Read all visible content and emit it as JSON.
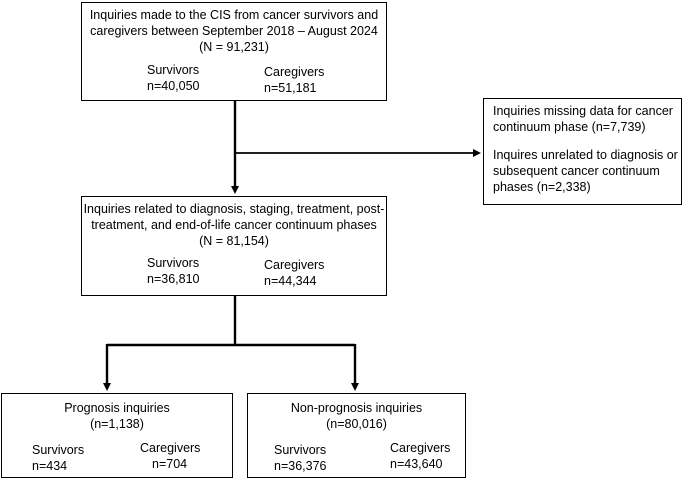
{
  "box_total": {
    "line1": "Inquiries made to the CIS from cancer survivors and",
    "line2": "caregivers between September 2018 – August 2024",
    "line3": "(N = 91,231)",
    "survivors_label": "Survivors",
    "survivors_n": "n=40,050",
    "caregivers_label": "Caregivers",
    "caregivers_n": "n=51,181"
  },
  "box_excluded": {
    "item1_line1": "Inquiries missing data for cancer",
    "item1_line2": "continuum phase (n=7,739)",
    "item2_line1": "Inquires unrelated to diagnosis or",
    "item2_line2": "subsequent cancer continuum",
    "item2_line3": "phases (n=2,338)"
  },
  "box_related": {
    "line1": "Inquiries related to diagnosis, staging, treatment, post-",
    "line2": "treatment, and end-of-life cancer continuum phases",
    "line3": "(N = 81,154)",
    "survivors_label": "Survivors",
    "survivors_n": "n=36,810",
    "caregivers_label": "Caregivers",
    "caregivers_n": "n=44,344"
  },
  "box_prognosis": {
    "line1": "Prognosis inquiries",
    "line2": "(n=1,138)",
    "survivors_label": "Survivors",
    "survivors_n": "n=434",
    "caregivers_label": "Caregivers",
    "caregivers_n": "n=704"
  },
  "box_nonprognosis": {
    "line1": "Non-prognosis inquiries",
    "line2": "(n=80,016)",
    "survivors_label": "Survivors",
    "survivors_n": "n=36,376",
    "caregivers_label": "Caregivers",
    "caregivers_n": "n=43,640"
  }
}
